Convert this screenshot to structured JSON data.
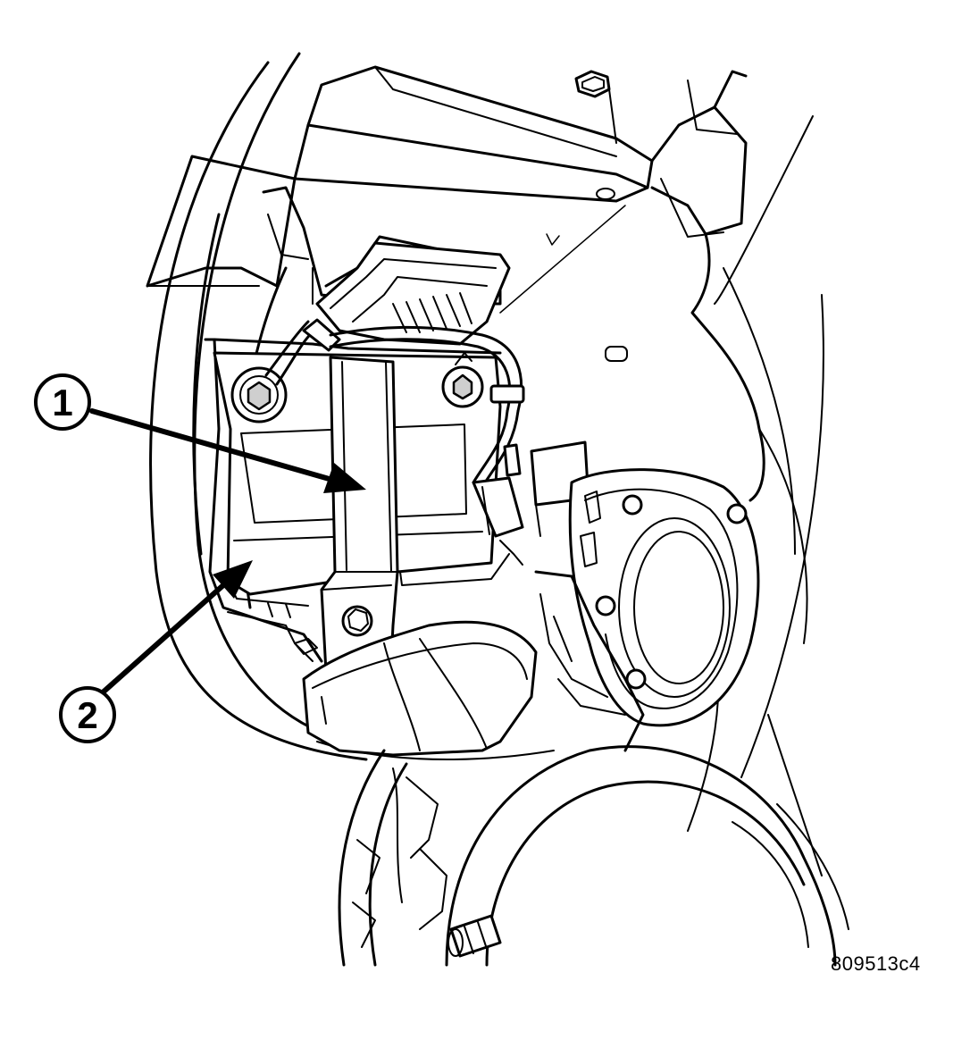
{
  "diagram": {
    "callouts": [
      {
        "label": "1"
      },
      {
        "label": "2"
      }
    ],
    "figure_id": "809513c4"
  }
}
